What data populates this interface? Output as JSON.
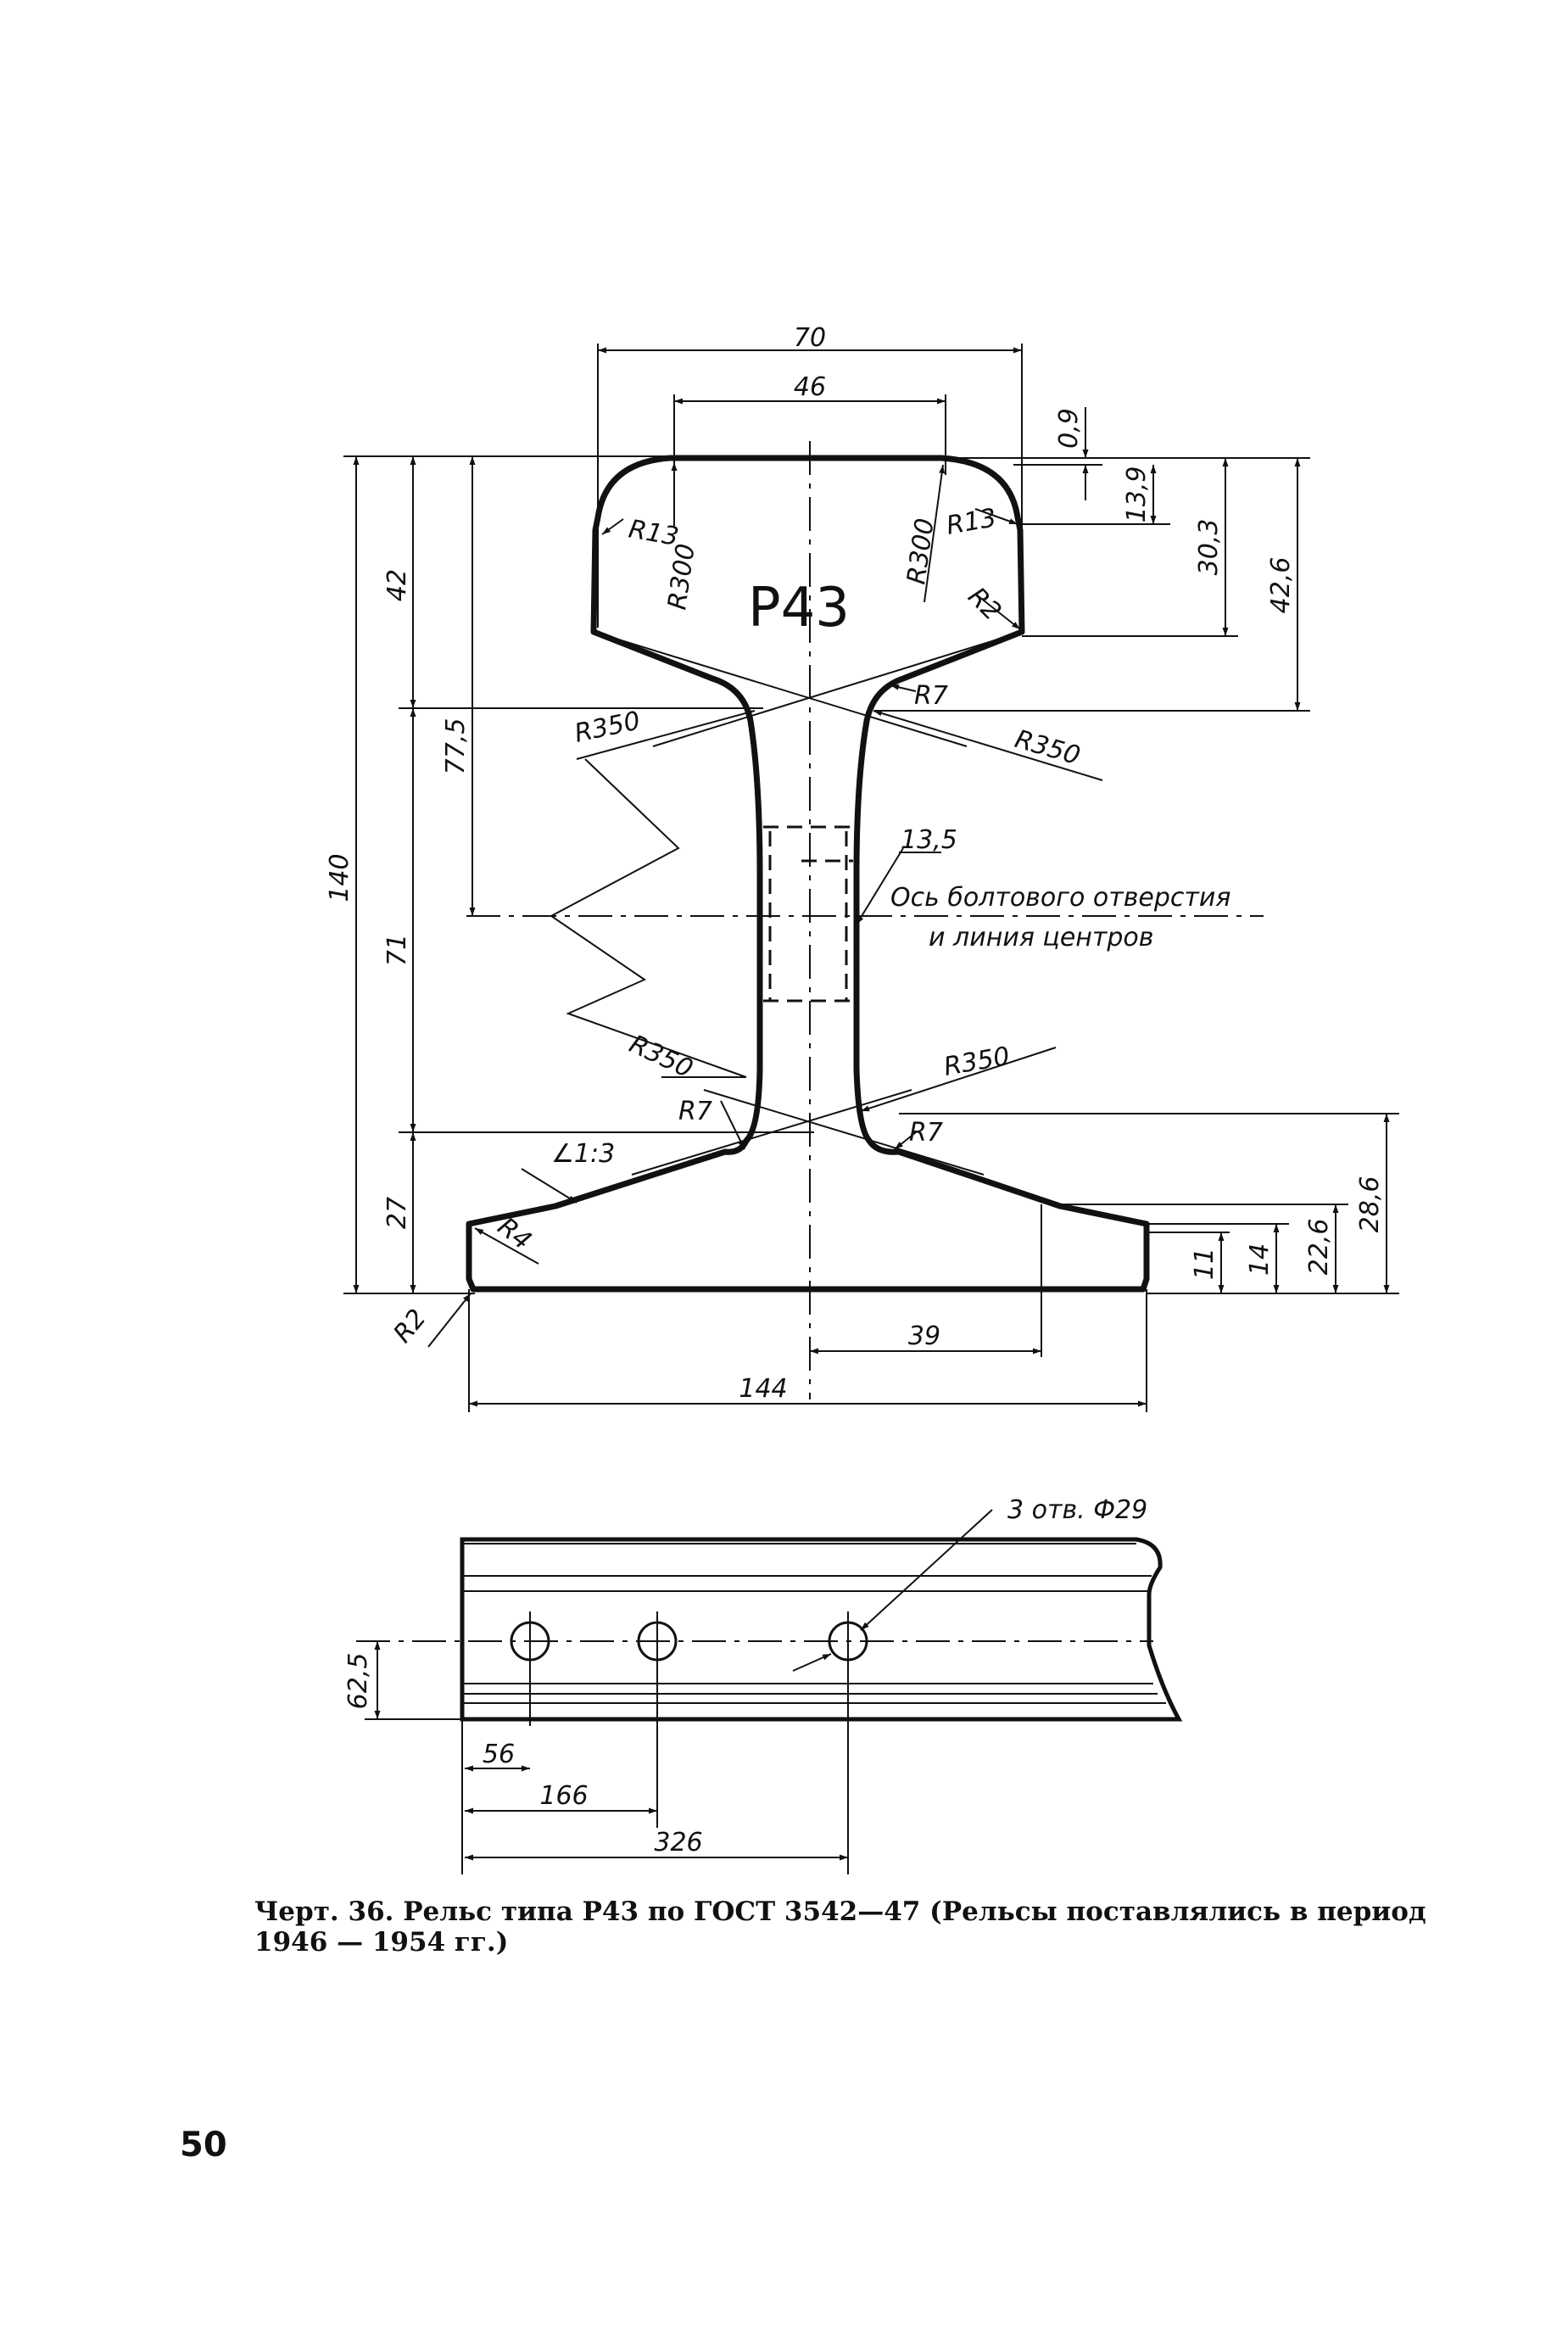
{
  "profile": {
    "name": "Р43",
    "dimensions": {
      "width_top": "70",
      "width_head": "46",
      "d_0_9": "0,9",
      "d_13_9": "13,9",
      "d_30_3": "30,3",
      "d_42_6": "42,6",
      "h_total": "140",
      "h_head": "42",
      "h_77_5": "77,5",
      "h_71": "71",
      "h_27": "27",
      "base_width": "144",
      "half_base": "39",
      "web_thickness": "13,5",
      "f_11": "11",
      "f_14": "14",
      "f_22_6": "22,6",
      "f_28_6": "28,6"
    },
    "radii": {
      "r13_left": "R13",
      "r13_right": "R13",
      "r300_left": "R300",
      "r300_right": "R300",
      "r2_head": "R2",
      "r7_top": "R7",
      "r350_top_left": "R350",
      "r350_top_right": "R350",
      "r350_bottom_left": "R350",
      "r350_bottom_right": "R350",
      "r7_bottom_left": "R7",
      "r7_bottom_right": "R7",
      "r4": "R4",
      "r2_base": "R2"
    },
    "slope": "∠1:3",
    "axis_label_line1": "Ось болтового отверстия",
    "axis_label_line2": "и линия центров"
  },
  "side_view": {
    "holes_label": "3 отв. Ф29",
    "hole_height": "62,5",
    "spacing_1": "56",
    "spacing_2": "166",
    "spacing_3": "326"
  },
  "caption": "Черт. 36. Рельс типа Р43 по ГОСТ 3542—47 (Рельсы поставлялись в период 1946 — 1954 гг.)",
  "page_number": "50"
}
